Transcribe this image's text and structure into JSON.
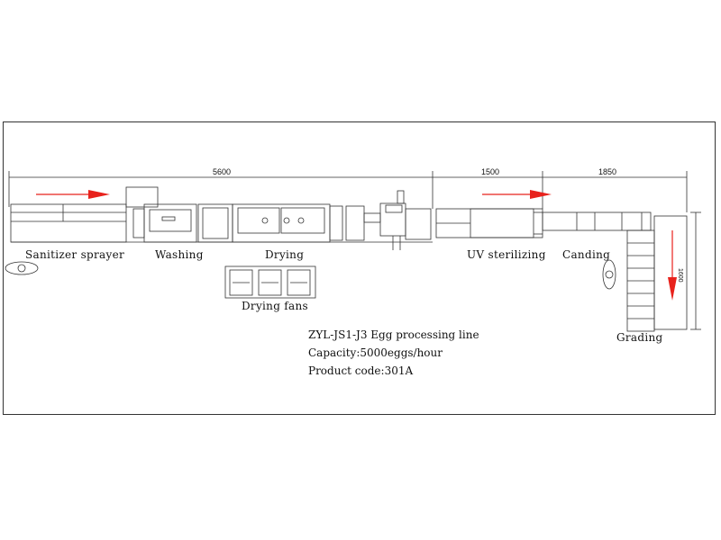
{
  "dimensions": {
    "washing_drying_length": "5600",
    "uv_length": "1500",
    "candling_length": "1850",
    "grading_width": "1600"
  },
  "stations": {
    "sanitizer": "Sanitizer sprayer",
    "washing": "Washing",
    "drying": "Drying",
    "drying_fans": "Drying fans",
    "uv": "UV sterilizing",
    "candling": "Canding",
    "grading": "Grading"
  },
  "info": {
    "title": "ZYL-JS1-J3 Egg processing line",
    "capacity": "Capacity:5000eggs/hour",
    "product_code": "Product code:301A"
  },
  "colors": {
    "flow_arrow": "#e8221c",
    "line": "#333333"
  }
}
